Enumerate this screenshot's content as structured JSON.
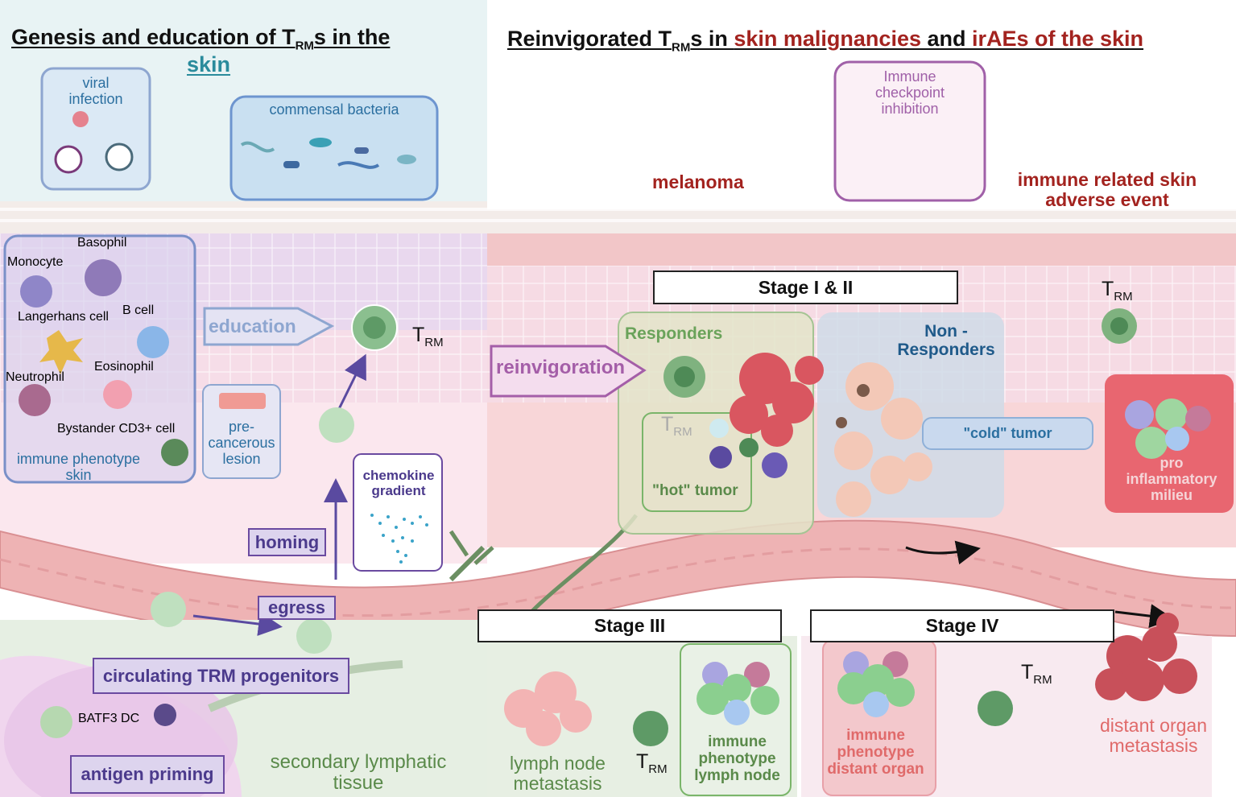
{
  "left_title": {
    "line1": "Genesis and education of T",
    "sub": "RM",
    "line1_end": "s in the",
    "line2": "skin"
  },
  "right_title": {
    "part1": "Reinvigorated T",
    "sub": "RM",
    "part2": "s  in ",
    "part3": "skin malignancies",
    "part4": " and ",
    "part5": "irAEs of the skin"
  },
  "viral_infection": {
    "line1": "viral",
    "line2": "infection"
  },
  "commensal_bacteria": "commensal bacteria",
  "immune_cells": {
    "basophil": "Basophil",
    "monocyte": "Monocyte",
    "langerhans": "Langerhans cell",
    "b_cell": "B cell",
    "eosinophil": "Eosinophil",
    "neutrophil": "Neutrophil",
    "bystander": "Bystander CD3+ cell",
    "caption_line1": "immune phenotype",
    "caption_line2": "skin"
  },
  "education": "education",
  "trm_main": "T",
  "trm_sub": "RM",
  "precancerous": {
    "line1": "pre-",
    "line2": "cancerous",
    "line3": "lesion"
  },
  "chemokine": {
    "line1": "chemokine",
    "line2": "gradient"
  },
  "homing": "homing",
  "egress": "egress",
  "circulating": "circulating TRM progenitors",
  "batf3": "BATF3 DC",
  "antigen_priming": "antigen priming",
  "secondary_lymphatic": {
    "line1": "secondary lymphatic",
    "line2": "tissue"
  },
  "melanoma": "melanoma",
  "checkpoint": {
    "line1": "Immune",
    "line2": "checkpoint",
    "line3": "inhibition"
  },
  "irae": {
    "line1": "immune related skin",
    "line2": "adverse event"
  },
  "stage_1_2": "Stage I & II",
  "stage_3": "Stage III",
  "stage_4": "Stage IV",
  "reinvigoration": "reinvigoration",
  "responders": "Responders",
  "non_responders": {
    "line1": "Non -",
    "line2": "Responders"
  },
  "hot_tumor": "\"hot\" tumor",
  "cold_tumor": "\"cold\" tumor",
  "pro_inflammatory": {
    "line1": "pro",
    "line2": "inflammatory",
    "line3": "milieu"
  },
  "lymph_node_metastasis": {
    "line1": "lymph node",
    "line2": "metastasis"
  },
  "immune_phenotype_lymph": {
    "line1": "immune",
    "line2": "phenotype",
    "line3": "lymph node"
  },
  "immune_phenotype_distant": {
    "line1": "immune",
    "line2": "phenotype",
    "line3": "distant organ"
  },
  "distant_metastasis": {
    "line1": "distant organ",
    "line2": "metastasis"
  },
  "colors": {
    "purple": "#6a4aa0",
    "red_text": "#a3231f",
    "teal": "#2a8b9c",
    "green_text": "#5a8a4a",
    "blue_text": "#2b6fa0",
    "pink_text": "#e06a6a"
  }
}
